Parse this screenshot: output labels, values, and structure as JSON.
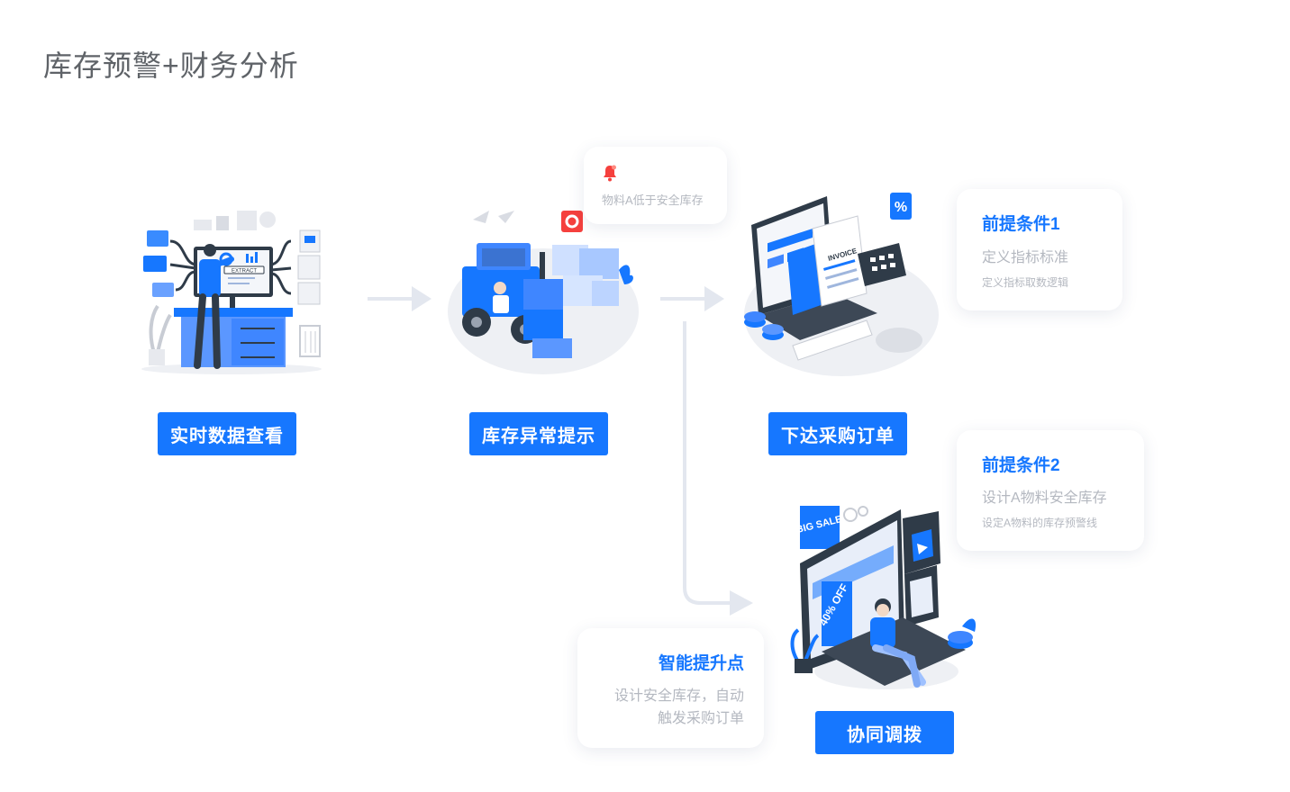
{
  "page": {
    "title": "库存预警+财务分析"
  },
  "steps": [
    {
      "label": "实时数据查看"
    },
    {
      "label": "库存异常提示"
    },
    {
      "label": "下达采购订单"
    },
    {
      "label": "协同调拨"
    }
  ],
  "alert": {
    "text": "物料A低于安全库存"
  },
  "cards": {
    "premise1": {
      "title": "前提条件1",
      "subtitle": "定义指标标准",
      "detail": "定义指标取数逻辑"
    },
    "premise2": {
      "title": "前提条件2",
      "subtitle": "设计A物料安全库存",
      "detail": "设定A物料的库存预警线"
    },
    "smart": {
      "title": "智能提升点",
      "line1": "设计安全库存，自动",
      "line2": "触发采购订单"
    }
  },
  "illustration_text": {
    "extract": "EXTRACT",
    "invoice": "INVOICE",
    "percent": "%",
    "big_sale": "BIG SALE",
    "discount": "40% OFF"
  },
  "colors": {
    "primary": "#1677ff",
    "dark": "#2f3b48",
    "arrow": "#e3e7ef",
    "alert_red": "#f5403d"
  }
}
